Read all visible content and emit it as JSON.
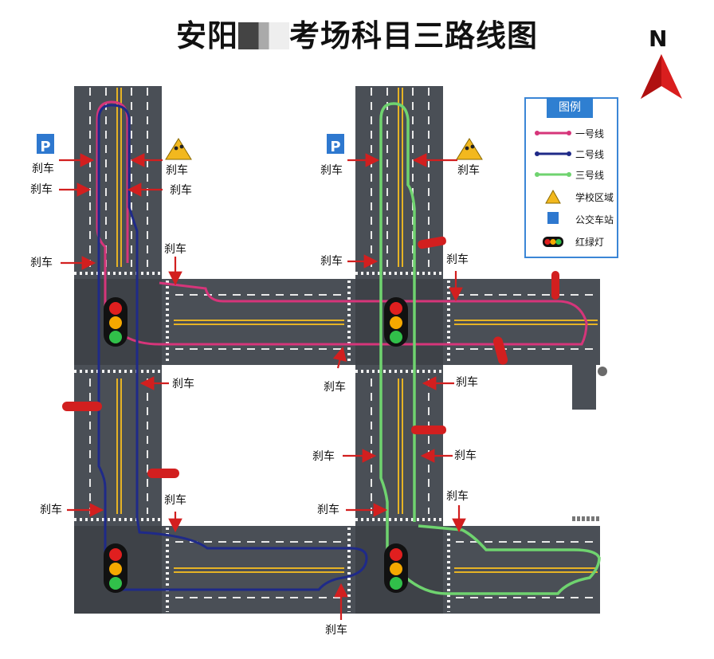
{
  "title": "安阳",
  "title_tail": "考场科目三路线图",
  "north_label": "N",
  "legend": {
    "heading": "图例",
    "items": [
      {
        "label": "一号线",
        "kind": "line",
        "color": "#d6357a"
      },
      {
        "label": "二号线",
        "kind": "line",
        "color": "#1f2a88"
      },
      {
        "label": "三号线",
        "kind": "line",
        "color": "#6fd36f"
      },
      {
        "label": "学校区域",
        "kind": "school-icon"
      },
      {
        "label": "公交车站",
        "kind": "bus-stop-icon"
      },
      {
        "label": "红绿灯",
        "kind": "traffic-light-icon"
      }
    ]
  },
  "brake_label": "刹车",
  "bus_stop_letter": "P",
  "colors": {
    "road": "#4a4f56",
    "route1": "#d6357a",
    "route2": "#1f2a88",
    "route3": "#6fd36f",
    "arrow": "#d21f1f",
    "north_arrow": "#d91e1e",
    "lane_yellow": "#e6b325",
    "legend_border": "#3b86d6"
  }
}
